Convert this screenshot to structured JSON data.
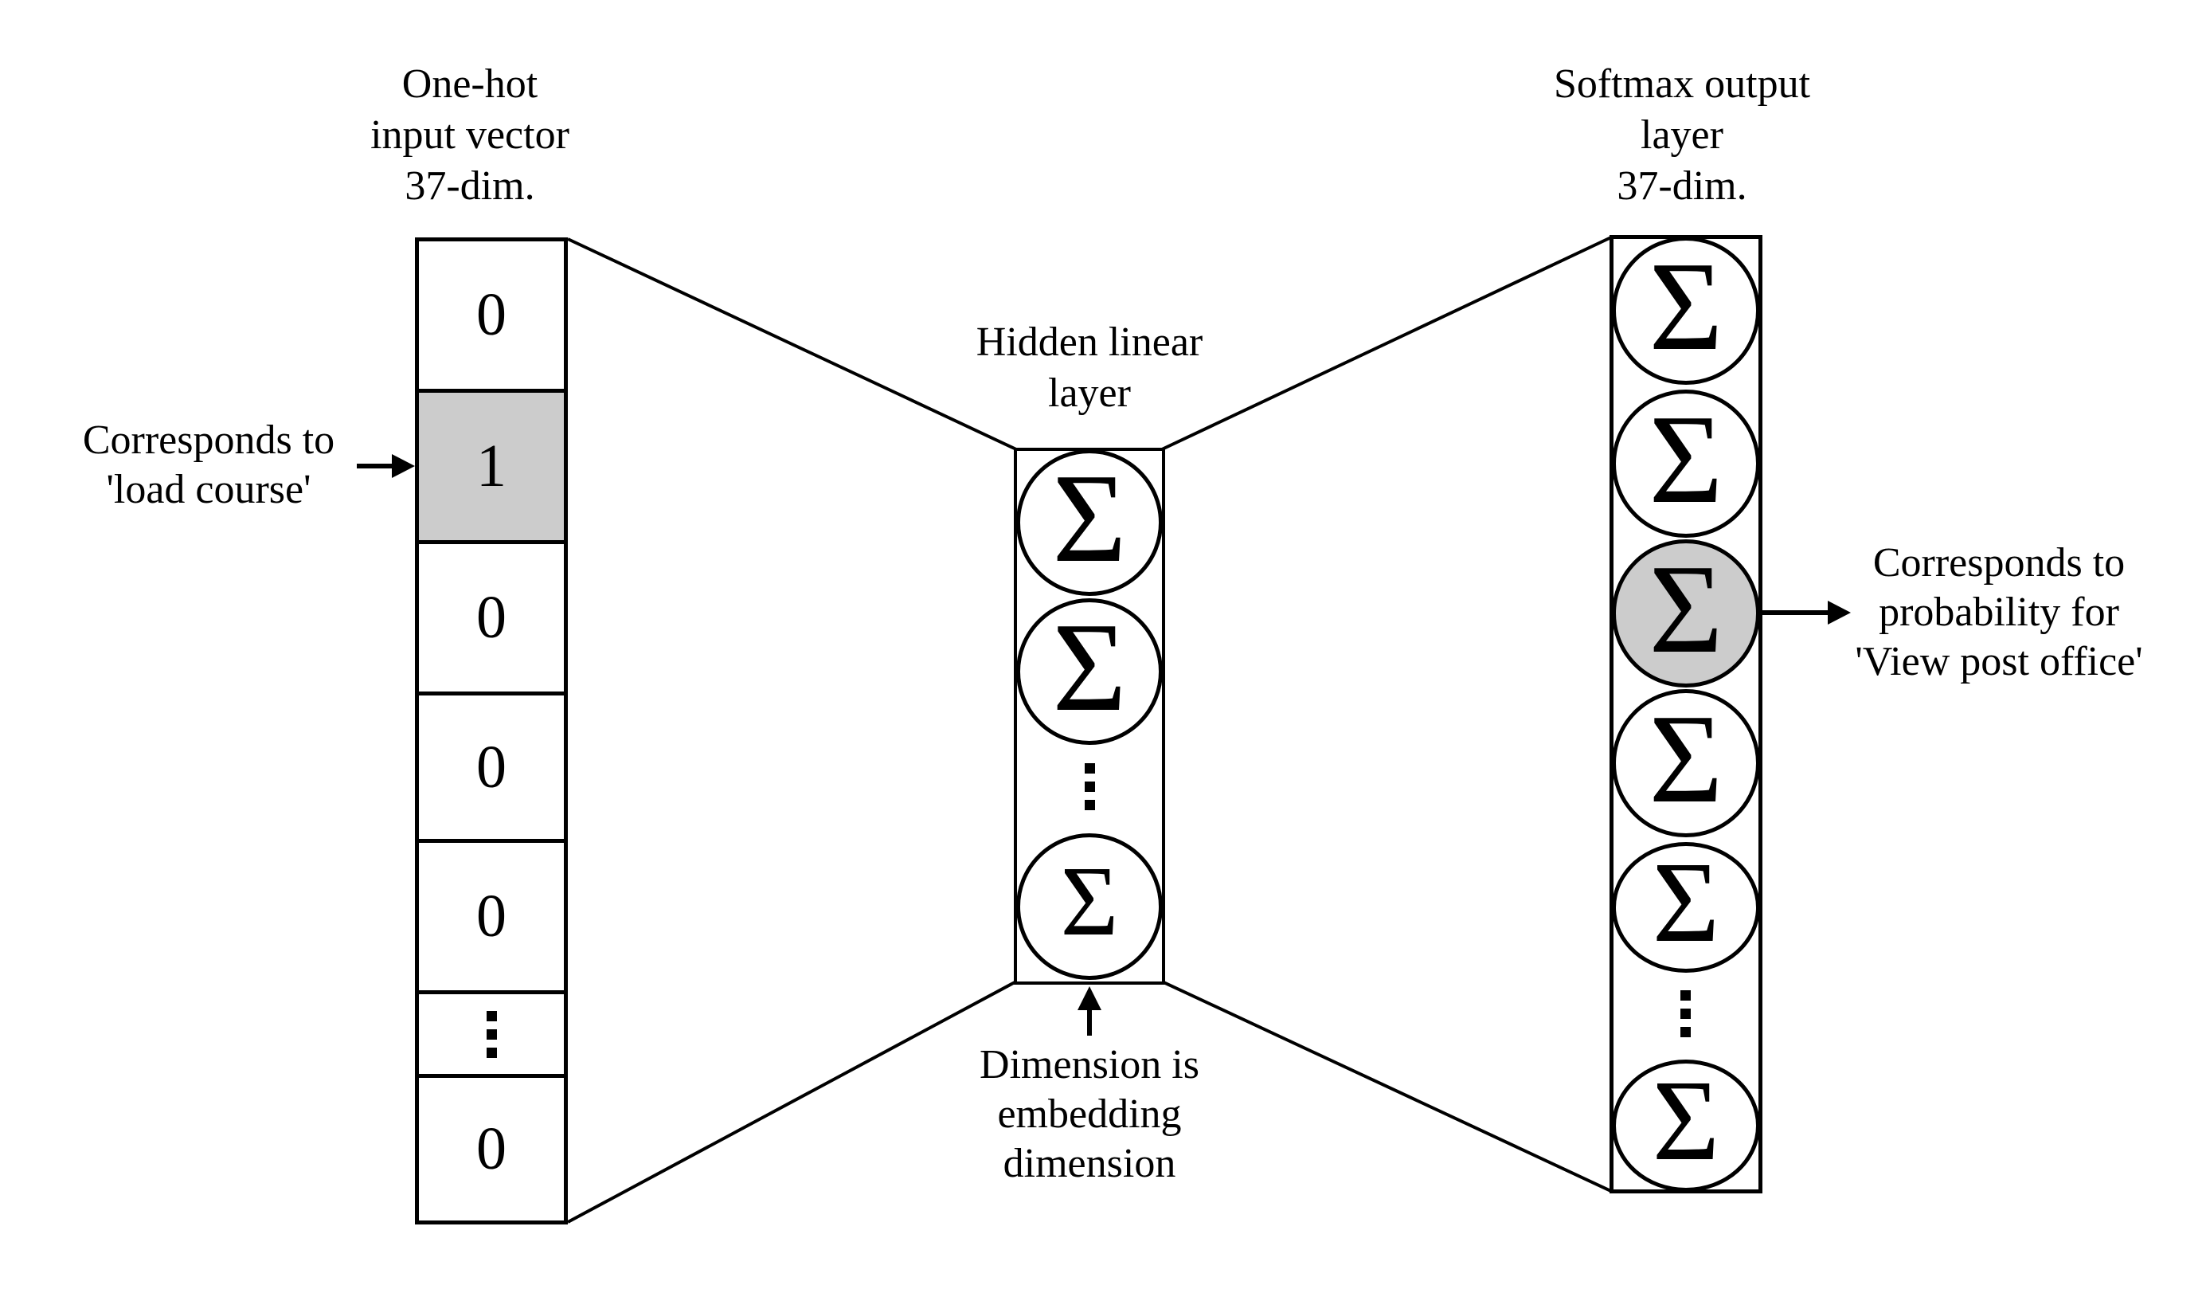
{
  "diagram": {
    "colors": {
      "background": "#ffffff",
      "line": "#000000",
      "highlight_fill": "#cccccc"
    },
    "symbols": {
      "sigma": "Σ",
      "vertical_ellipsis": "⋮"
    },
    "input_layer": {
      "label": "One-hot\ninput vector\n37-dim.",
      "cells": [
        "0",
        "1",
        "0",
        "0",
        "0",
        "⋮",
        "0"
      ],
      "highlighted_cell_index": 1,
      "annotation": "Corresponds to\n'load course'"
    },
    "hidden_layer": {
      "label": "Hidden linear\nlayer",
      "nodes": [
        "Σ",
        "Σ",
        "⋮",
        "Σ"
      ],
      "annotation": "Dimension is\nembedding\ndimension"
    },
    "output_layer": {
      "label": "Softmax output\nlayer\n37-dim.",
      "nodes": [
        "Σ",
        "Σ",
        "Σ",
        "Σ",
        "Σ",
        "⋮",
        "Σ"
      ],
      "highlighted_node_index": 2,
      "annotation": "Corresponds to\nprobability for\n'View post office'"
    }
  }
}
